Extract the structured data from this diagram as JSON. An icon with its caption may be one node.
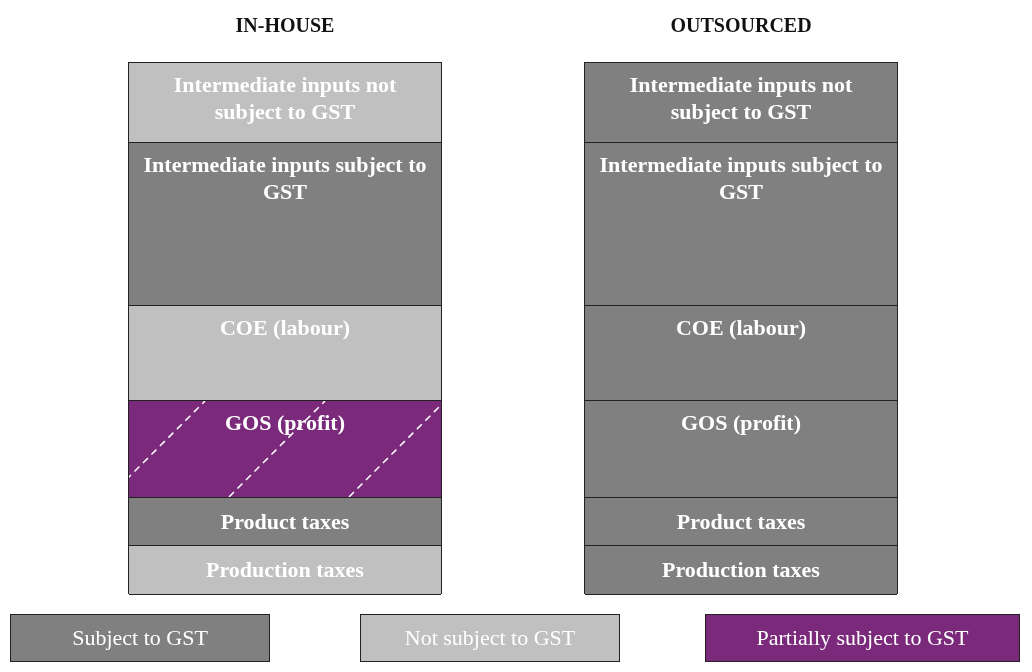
{
  "diagram": {
    "nodes": [
      {
        "text": [
          "IN-HOUSE"
        ]
      },
      {
        "text": [
          "Intermediate inputs not subject to GST"
        ],
        "in": 0
      },
      {
        "text": [
          "Intermediate inputs subject to GST"
        ],
        "in": 0
      },
      {
        "text": [
          "COE (labour)"
        ],
        "in": 0
      },
      {
        "text": [
          "GOS (profit)"
        ],
        "in": 0
      },
      {
        "text": [
          "Product taxes"
        ],
        "in": 0
      },
      {
        "text": [
          "Production taxes"
        ],
        "in": 0
      },
      {
        "text": [
          "OUTSOURCED"
        ]
      },
      {
        "text": [
          "Intermediate inputs not subject to GST"
        ],
        "in": 7
      },
      {
        "text": [
          "Intermediate inputs subject to GST"
        ],
        "in": 7
      },
      {
        "text": [
          "COE (labour)"
        ],
        "in": 7
      },
      {
        "text": [
          "GOS (profit)"
        ],
        "in": 7
      },
      {
        "text": [
          "Product taxes"
        ],
        "in": 7
      },
      {
        "text": [
          "Production taxes"
        ],
        "in": 7
      }
    ],
    "legend": [
      {
        "text": "Subject to GST",
        "color": "#808080"
      },
      {
        "text": "Not subject to GST",
        "color": "#c0c0c0"
      },
      {
        "text": "Partially subject to GST",
        "color": "#7b2a7b"
      }
    ]
  }
}
